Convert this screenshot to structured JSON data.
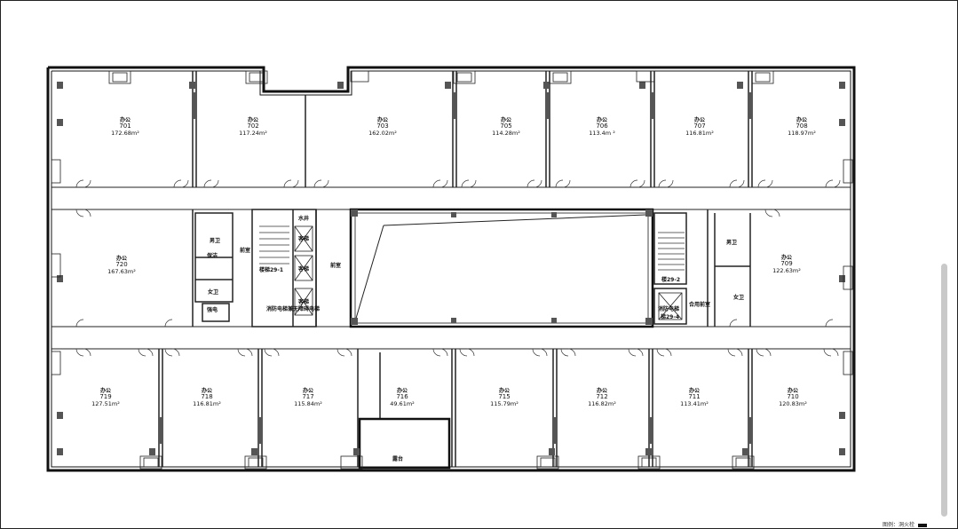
{
  "rooms_top": [
    {
      "id": "r701",
      "kind": "办公",
      "num": "701",
      "area": "172.68m²"
    },
    {
      "id": "r702",
      "kind": "办公",
      "num": "702",
      "area": "117.24m²"
    },
    {
      "id": "r703",
      "kind": "办公",
      "num": "703",
      "area": "162.02m²"
    },
    {
      "id": "r705",
      "kind": "办公",
      "num": "705",
      "area": "114.28m²"
    },
    {
      "id": "r706",
      "kind": "办公",
      "num": "706",
      "area": "113.4m ²"
    },
    {
      "id": "r707",
      "kind": "办公",
      "num": "707",
      "area": "116.81m²"
    },
    {
      "id": "r708",
      "kind": "办公",
      "num": "708",
      "area": "118.97m²"
    }
  ],
  "rooms_mid": [
    {
      "id": "r720",
      "kind": "办公",
      "num": "720",
      "area": "167.63m²"
    },
    {
      "id": "r709",
      "kind": "办公",
      "num": "709",
      "area": "122.63m²"
    }
  ],
  "rooms_bottom": [
    {
      "id": "r719",
      "kind": "办公",
      "num": "719",
      "area": "127.51m²"
    },
    {
      "id": "r718",
      "kind": "办公",
      "num": "718",
      "area": "116.81m²"
    },
    {
      "id": "r717",
      "kind": "办公",
      "num": "717",
      "area": "115.84m²"
    },
    {
      "id": "r716",
      "kind": "办公",
      "num": "716",
      "area": "49.61m²"
    },
    {
      "id": "r715",
      "kind": "办公",
      "num": "715",
      "area": "115.79m²"
    },
    {
      "id": "r712",
      "kind": "办公",
      "num": "712",
      "area": "116.82m²"
    },
    {
      "id": "r711",
      "kind": "办公",
      "num": "711",
      "area": "113.41m²"
    },
    {
      "id": "r710",
      "kind": "办公",
      "num": "710",
      "area": "120.83m²"
    }
  ],
  "core_labels": {
    "mens_wc": "男卫",
    "womens_wc": "女卫",
    "womens_wc_right": "女卫",
    "mens_wc_right": "男卫",
    "janitor": "保洁",
    "weak_elec": "强电",
    "front_room_left": "前室",
    "front_room_mid": "前室",
    "stair_left": "楼梯29-1",
    "stair_right": "楼29-2",
    "fire_elevator": "消防电梯兼无障碍电梯",
    "elevator_1": "客梯",
    "elevator_2": "客梯",
    "elevator_3": "客梯",
    "water_well": "水井",
    "combined_front": "合用前室",
    "fire_lift_right": "消防电梯",
    "stair_right_bottom": "梯29-4",
    "terrace": "露台"
  },
  "legend": {
    "text": "图例：洞火栓"
  }
}
